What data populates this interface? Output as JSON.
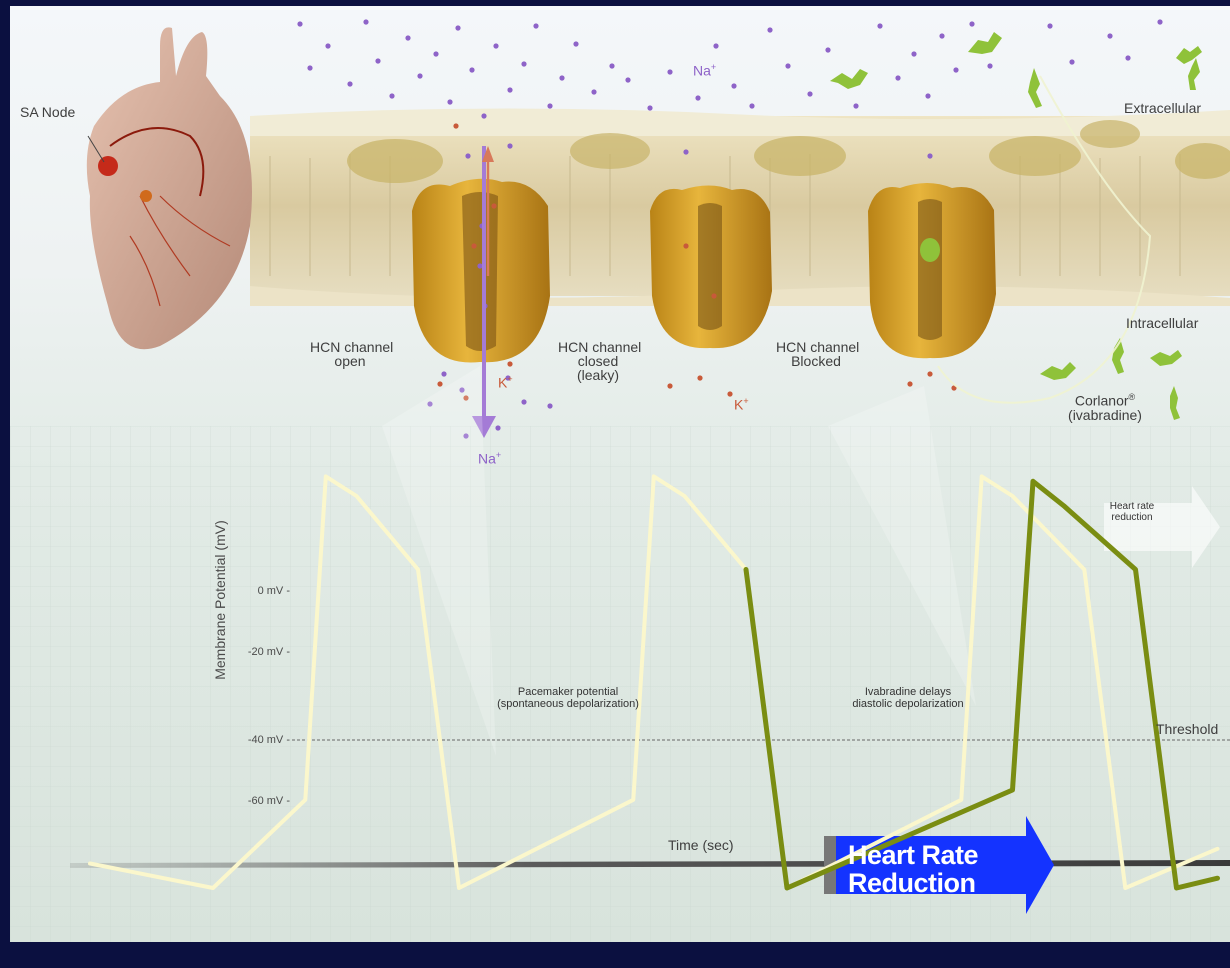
{
  "labels": {
    "sa_node": "SA Node",
    "extracellular": "Extracellular",
    "intracellular": "Intracellular",
    "na_top": "Na",
    "na_top_sup": "+",
    "na_bottom": "Na",
    "na_bottom_sup": "+",
    "k_left": "K",
    "k_left_sup": "+",
    "k_mid": "K",
    "k_mid_sup": "+",
    "hcn_open_line1": "HCN channel",
    "hcn_open_line2": "open",
    "hcn_closed_line1": "HCN channel",
    "hcn_closed_line2": "closed",
    "hcn_closed_line3": "(leaky)",
    "hcn_blocked_line1": "HCN channel",
    "hcn_blocked_line2": "Blocked",
    "drug_line1": "Corlanor",
    "drug_reg": "®",
    "drug_line2": "(ivabradine)",
    "hr_small_line1": "Heart rate",
    "hr_small_line2": "reduction",
    "pacemaker_line1": "Pacemaker potential",
    "pacemaker_line2": "(spontaneous depolarization)",
    "ivab_line1": "Ivabradine delays",
    "ivab_line2": "diastolic depolarization",
    "threshold": "Threshold",
    "y_axis": "Membrane Potential (mV)",
    "x_axis": "Time (sec)",
    "hrr_line1": "Heart Rate",
    "hrr_line2": "Reduction"
  },
  "y_ticks": [
    "0 mV -",
    "-20 mV -",
    "-40 mV -",
    "-60 mV -"
  ],
  "colors": {
    "background": "#0b1040",
    "normal_trace": "#fbf7cc",
    "ivabradine_trace": "#7a8d12",
    "channel": "#d9a12b",
    "sodium": "#8e63c8",
    "potassium": "#c85a3a",
    "drug": "#8fc23a",
    "hrr_arrow": "#1433ff"
  },
  "chart_data": {
    "type": "line",
    "ylabel": "Membrane Potential (mV)",
    "xlabel": "Time (sec)",
    "y_ticks": [
      0,
      -20,
      -40,
      -60
    ],
    "threshold_mV": -40,
    "series": [
      {
        "name": "",
        "x": [
          0.0,
          0.6,
          1.05,
          1.15,
          1.3,
          1.6,
          1.8,
          2.65,
          2.75,
          2.9,
          3.2,
          3.4,
          4.25,
          4.35,
          4.5,
          4.85,
          5.05,
          5.5
        ],
        "values": [
          -55,
          -60,
          -42,
          24,
          20,
          5,
          -60,
          -42,
          24,
          20,
          5,
          -60,
          -42,
          24,
          20,
          5,
          -60,
          -52
        ]
      },
      {
        "name": "",
        "x": [
          3.2,
          3.4,
          4.5,
          4.6,
          4.75,
          5.1,
          5.3,
          5.5
        ],
        "values": [
          5,
          -60,
          -40,
          23,
          18,
          5,
          -60,
          -58
        ]
      }
    ]
  }
}
